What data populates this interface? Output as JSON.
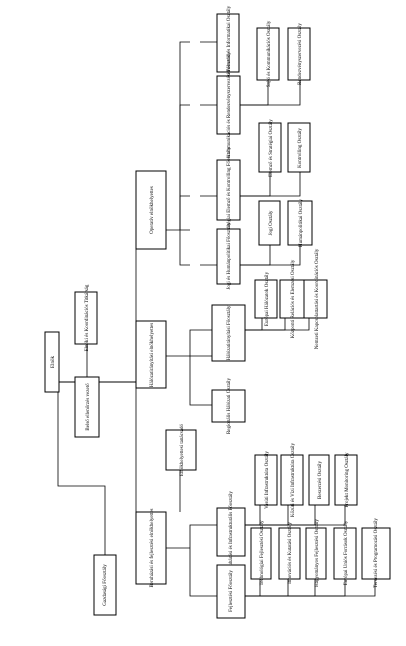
{
  "org_chart": {
    "root": "Elnök",
    "advisory": {
      "coordination_secretariat": "Elnöki és Koordinációs Titkárság",
      "internal_audit": "Belső ellenőrzés vezető"
    },
    "operations": {
      "head": "Operatív elnökhelyettes",
      "departments": {
        "it_directorate": "Üzemeltetési és Informatikai Osztály",
        "communication_directorate": "Kommunikációs és Rendezvényszervezési Főosztály",
        "press_office": "Sajtó és Kommunikációs Osztály",
        "events_office": "Rendezvényszervezési Osztály",
        "strategy_directorate": "Stratégiai Elemző és Kontrolling Főosztály",
        "analysis_office": "Elemző és Stratégiai Osztály",
        "controlling_office": "Kontrolling Osztály",
        "legal_directorate": "Jogi és Humánpolitikai Főosztály",
        "legal_office": "Jogi Osztály",
        "hr_office": "Humánpolitikai Osztály"
      }
    },
    "network": {
      "head": "Hálózatirányítási elnökhelyettes",
      "departments": {
        "network_directorate": "Hálózatirányítási Főosztály",
        "eu_network_office": "Európai Hálózatok Osztály",
        "centre_office": "Központi Relációs és Elemzési Osztály",
        "national_office": "Nemzeti Kapcsolattartási és Koordinációs Osztály",
        "regional_office": "Regionális Hálózati Osztály"
      }
    },
    "presidency_council": "Elnökhelyettesi tanácsadó",
    "development": {
      "head": "Beruházási és fejlesztési elnökhelyettes",
      "departments": {
        "investment_directorate": "Beruházási és Infrastrukturális Főosztály",
        "dev_directorate": "Fejlesztési Főosztály",
        "rail_office": "Vasúti Infrastruktúra Osztály",
        "road_office": "Közúti és Vízi Infrastruktúra Osztály",
        "procurement_office": "Beszerzési Osztály",
        "monitoring_office": "Projekt Monitoring Osztály",
        "tech_office": "Technológiai Fejlesztési Osztály",
        "innovation_office": "Innovációs és Kutatási Osztály",
        "traditional_office": "Hagyományos Fejlesztési Osztály",
        "eu_funds_office": "Európai Uniós Források Osztály",
        "planning_office": "Tervezési és Programozási Osztály"
      }
    },
    "finance": "Gazdasági Főosztály"
  }
}
